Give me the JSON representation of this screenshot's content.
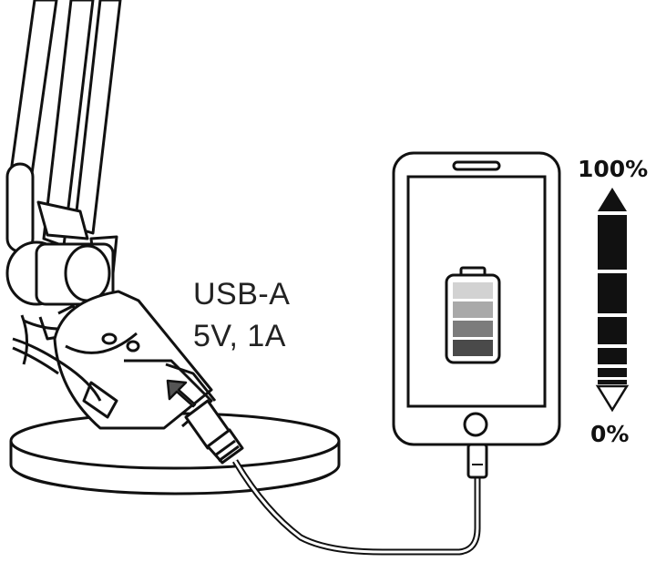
{
  "port_label": {
    "line1": "USB-A",
    "line2": "5V, 1A"
  },
  "charge_scale": {
    "top_label": "100%",
    "bottom_label": "0%"
  },
  "phone_battery": {
    "cells": 4,
    "fill_shades": [
      "#d2d2d2",
      "#a9a9a9",
      "#7c7c7c",
      "#4a4a4a"
    ]
  },
  "colors": {
    "line": "#111111",
    "background": "#ffffff"
  }
}
